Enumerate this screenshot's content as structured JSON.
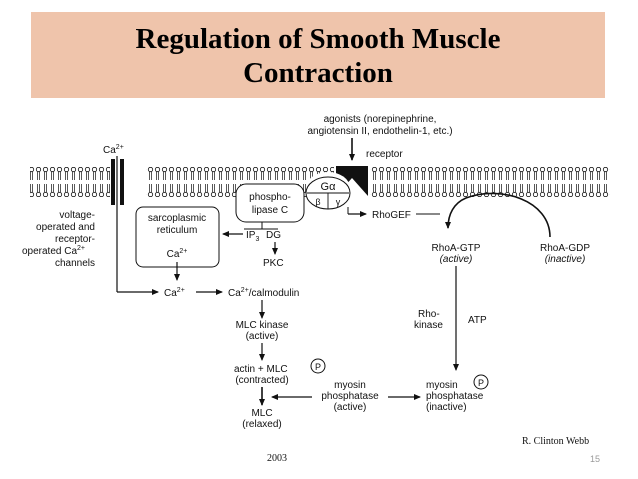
{
  "slide": {
    "title_line1": "Regulation of Smooth Muscle",
    "title_line2": "Contraction",
    "credit_name": "R.    Clinton     Webb",
    "year": "2003",
    "page_number": "15"
  },
  "diagram": {
    "agonists_line1": "agonists (norepinephrine,",
    "agonists_line2": "angiotensin II, endothelin-1, etc.)",
    "receptor": "receptor",
    "ca_top": "Ca",
    "ca_sup": "2+",
    "voc_1": "voltage-",
    "voc_2": "operated and",
    "voc_3": "receptor-",
    "voc_4": "operated Ca",
    "voc_5": "channels",
    "plc_1": "phospho-",
    "plc_2": "lipase C",
    "g_alpha": "Gα",
    "g_beta": "β",
    "g_gamma": "γ",
    "sr_1": "sarcoplasmic",
    "sr_2": "reticulum",
    "ip3": "IP",
    "ip3_sub": "3",
    "dg": "DG",
    "pkc": "PKC",
    "ca_calmodulin": "/calmodulin",
    "rhogef": "RhoGEF",
    "rhoa_gtp": "RhoA-GTP",
    "active": "(active)",
    "rhoa_gdp": "RhoA-GDP",
    "inactive": "(inactive)",
    "rho_kinase_1": "Rho-",
    "rho_kinase_2": "kinase",
    "atp": "ATP",
    "mlck_1": "MLC  kinase",
    "mlck_2": "(active)",
    "actin_mlc": "actin + MLC",
    "p": "P",
    "contracted": "(contracted)",
    "mlc": "MLC",
    "relaxed": "(relaxed)",
    "mp_1": "myosin",
    "mp_2": "phosphatase",
    "mp_3": "(active)",
    "mpi_1": "myosin",
    "mpi_2": "phosphatase",
    "mpi_3": "(inactive)"
  }
}
